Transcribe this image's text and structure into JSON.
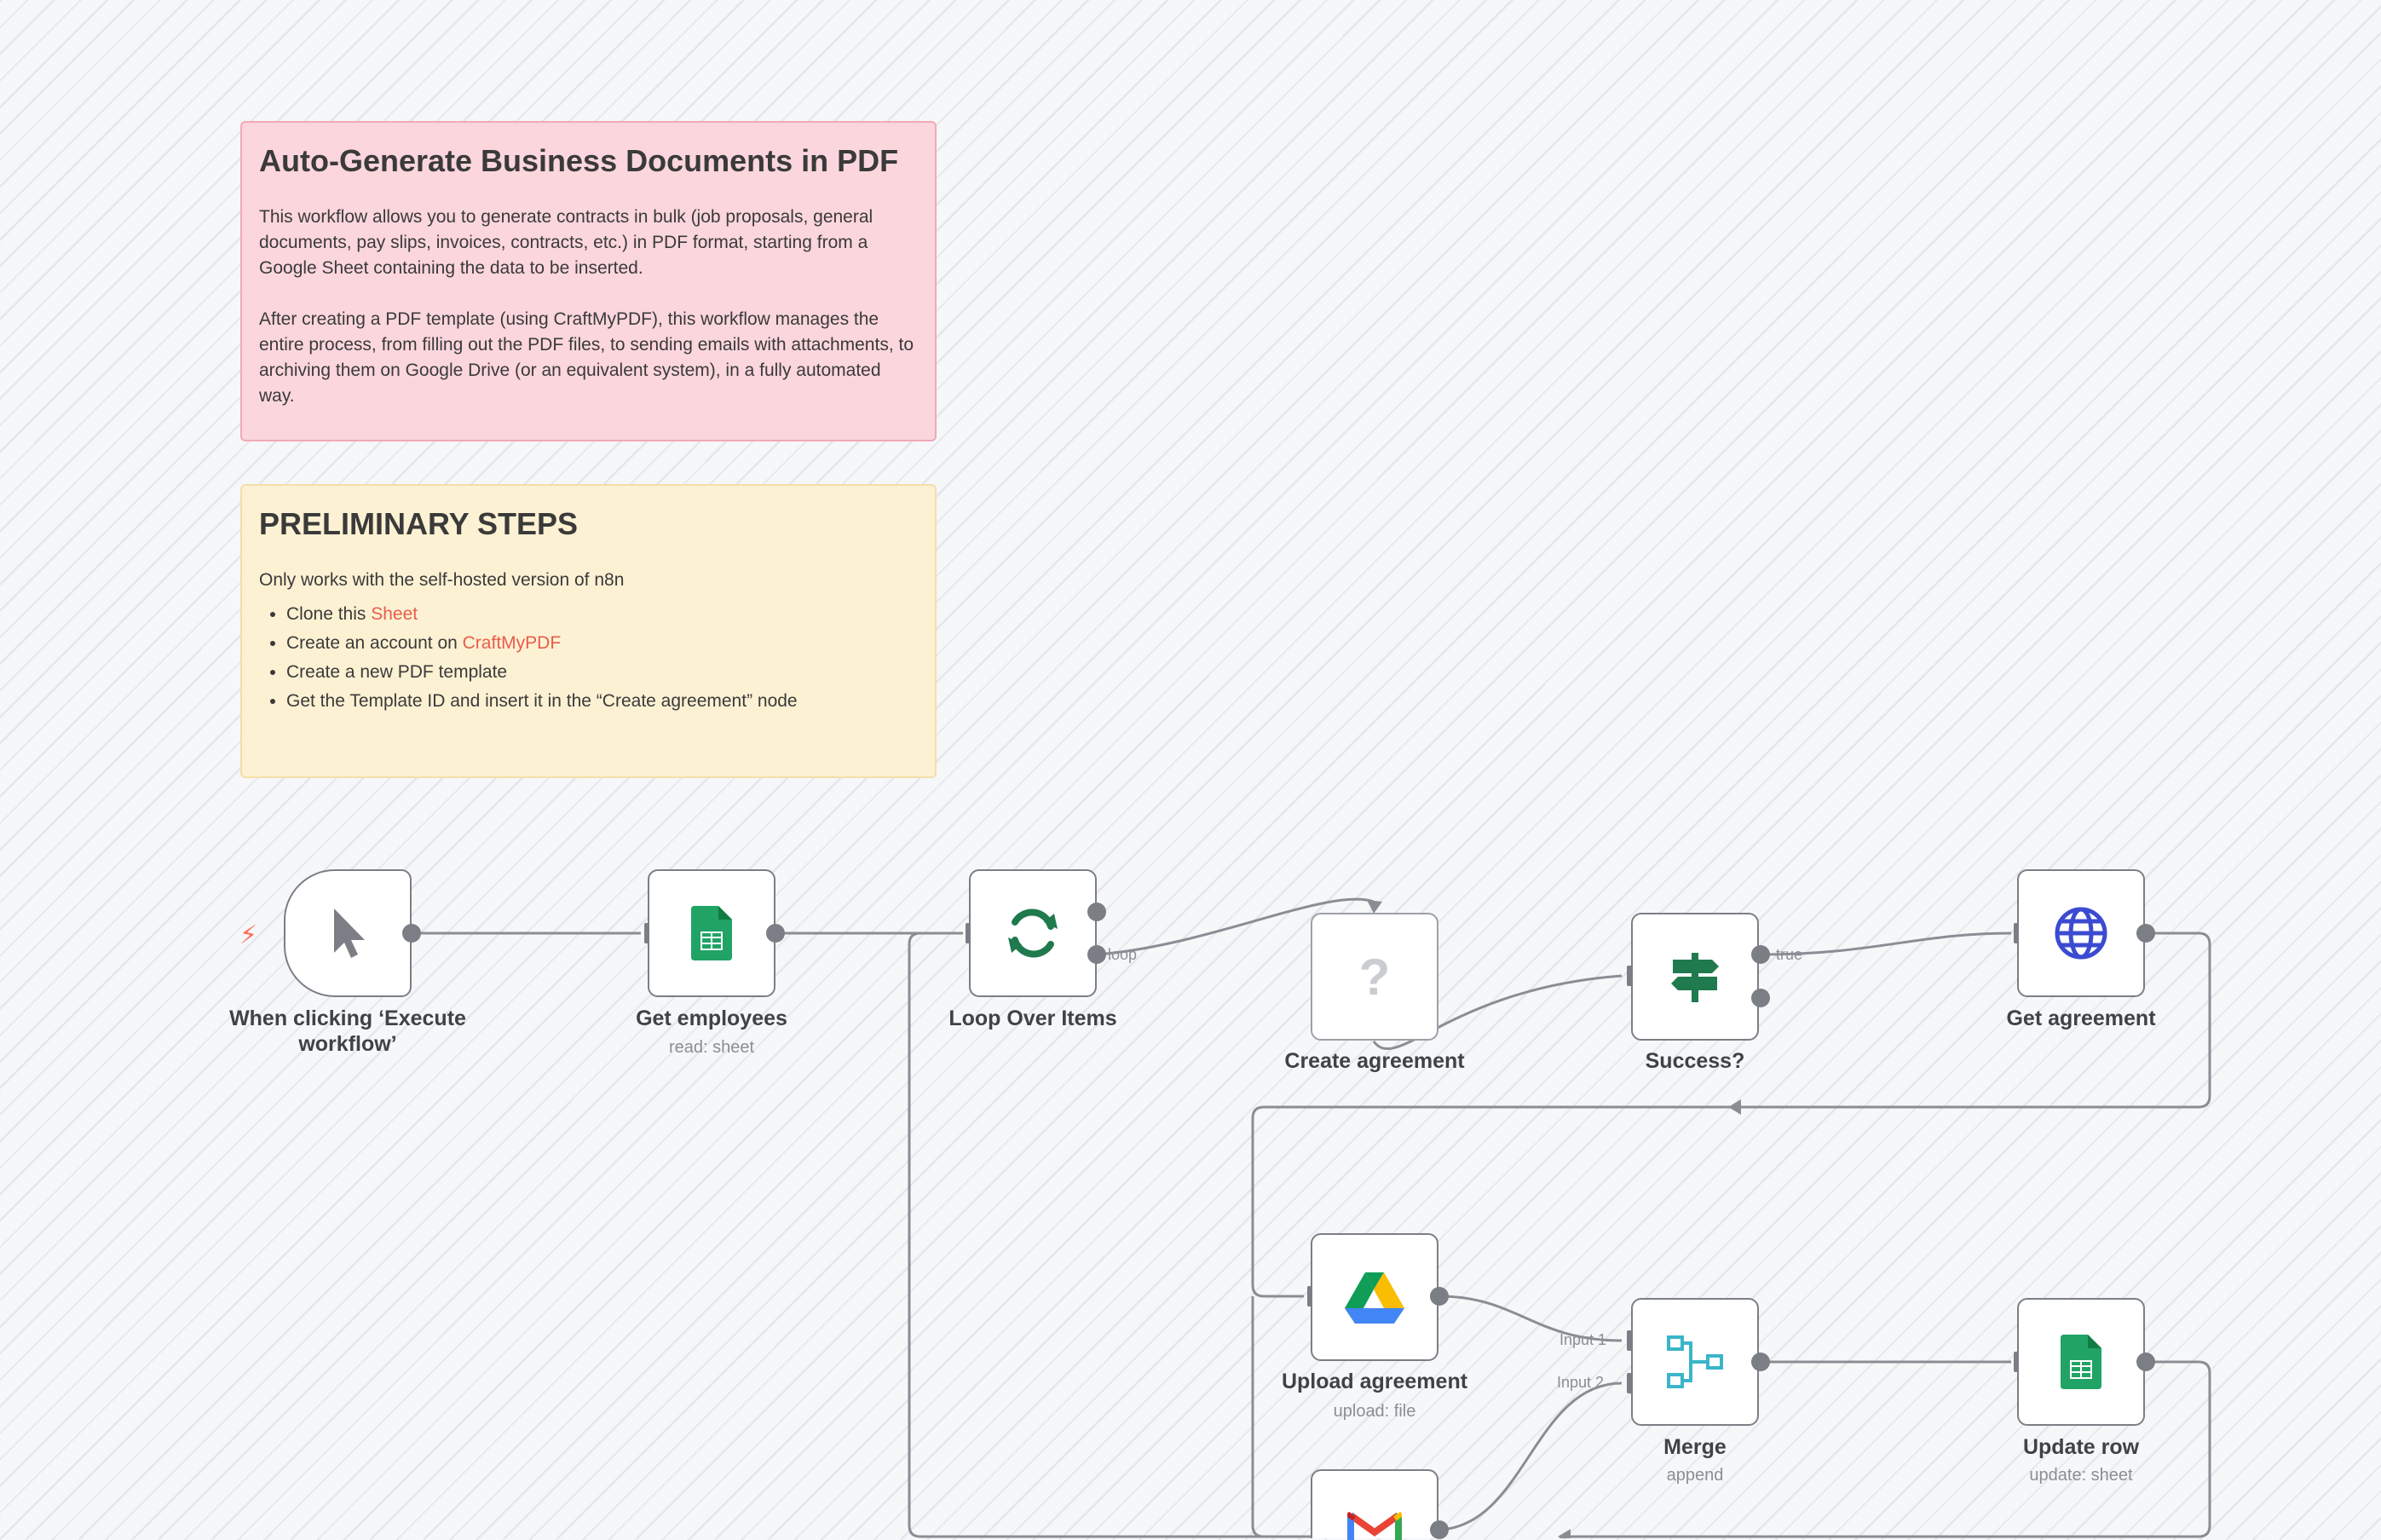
{
  "notes": {
    "intro": {
      "title": "Auto-Generate Business Documents in PDF",
      "p1": "This workflow allows you to generate contracts in bulk (job proposals, general documents, pay slips, invoices, contracts, etc.) in PDF format, starting from a Google Sheet containing the data to be inserted.",
      "p2": "After creating a PDF template (using CraftMyPDF), this workflow manages the entire process, from filling out the PDF files, to sending emails with attachments, to archiving them on Google Drive (or an equivalent system), in a fully automated way."
    },
    "steps": {
      "title": "PRELIMINARY STEPS",
      "intro": "Only works with the self-hosted version of n8n",
      "item1_prefix": "Clone this ",
      "item1_link": "Sheet",
      "item2_prefix": "Create an account on ",
      "item2_link": "CraftMyPDF",
      "item3": "Create a new PDF template",
      "item4": "Get the Template ID and insert it in the “Create agreement” node"
    }
  },
  "nodes": {
    "trigger": {
      "label": "When clicking ‘Execute workflow’",
      "icon": "cursor-icon"
    },
    "get_employees": {
      "label": "Get employees",
      "subtitle": "read: sheet",
      "icon": "google-sheets-icon"
    },
    "loop": {
      "label": "Loop Over Items",
      "icon": "loop-icon"
    },
    "create_agreement": {
      "label": "Create agreement",
      "icon": "question-icon"
    },
    "success": {
      "label": "Success?",
      "icon": "signpost-icon"
    },
    "get_agreement": {
      "label": "Get agreement",
      "icon": "globe-icon"
    },
    "upload_agreement": {
      "label": "Upload agreement",
      "subtitle": "upload: file",
      "icon": "google-drive-icon"
    },
    "merge": {
      "label": "Merge",
      "subtitle": "append",
      "icon": "merge-icon"
    },
    "update_row": {
      "label": "Update row",
      "subtitle": "update: sheet",
      "icon": "google-sheets-icon"
    },
    "gmail": {
      "icon": "gmail-icon"
    }
  },
  "edges": {
    "loop": "loop",
    "true": "true",
    "input1": "Input 1",
    "input2": "Input 2"
  },
  "colors": {
    "accent": "#ff6d5a",
    "sheets_green": "#21a366",
    "loop_green": "#1f7a4d",
    "globe_blue": "#3b4bd1",
    "merge_teal": "#3ab5c9",
    "connector": "#8a8e94"
  }
}
